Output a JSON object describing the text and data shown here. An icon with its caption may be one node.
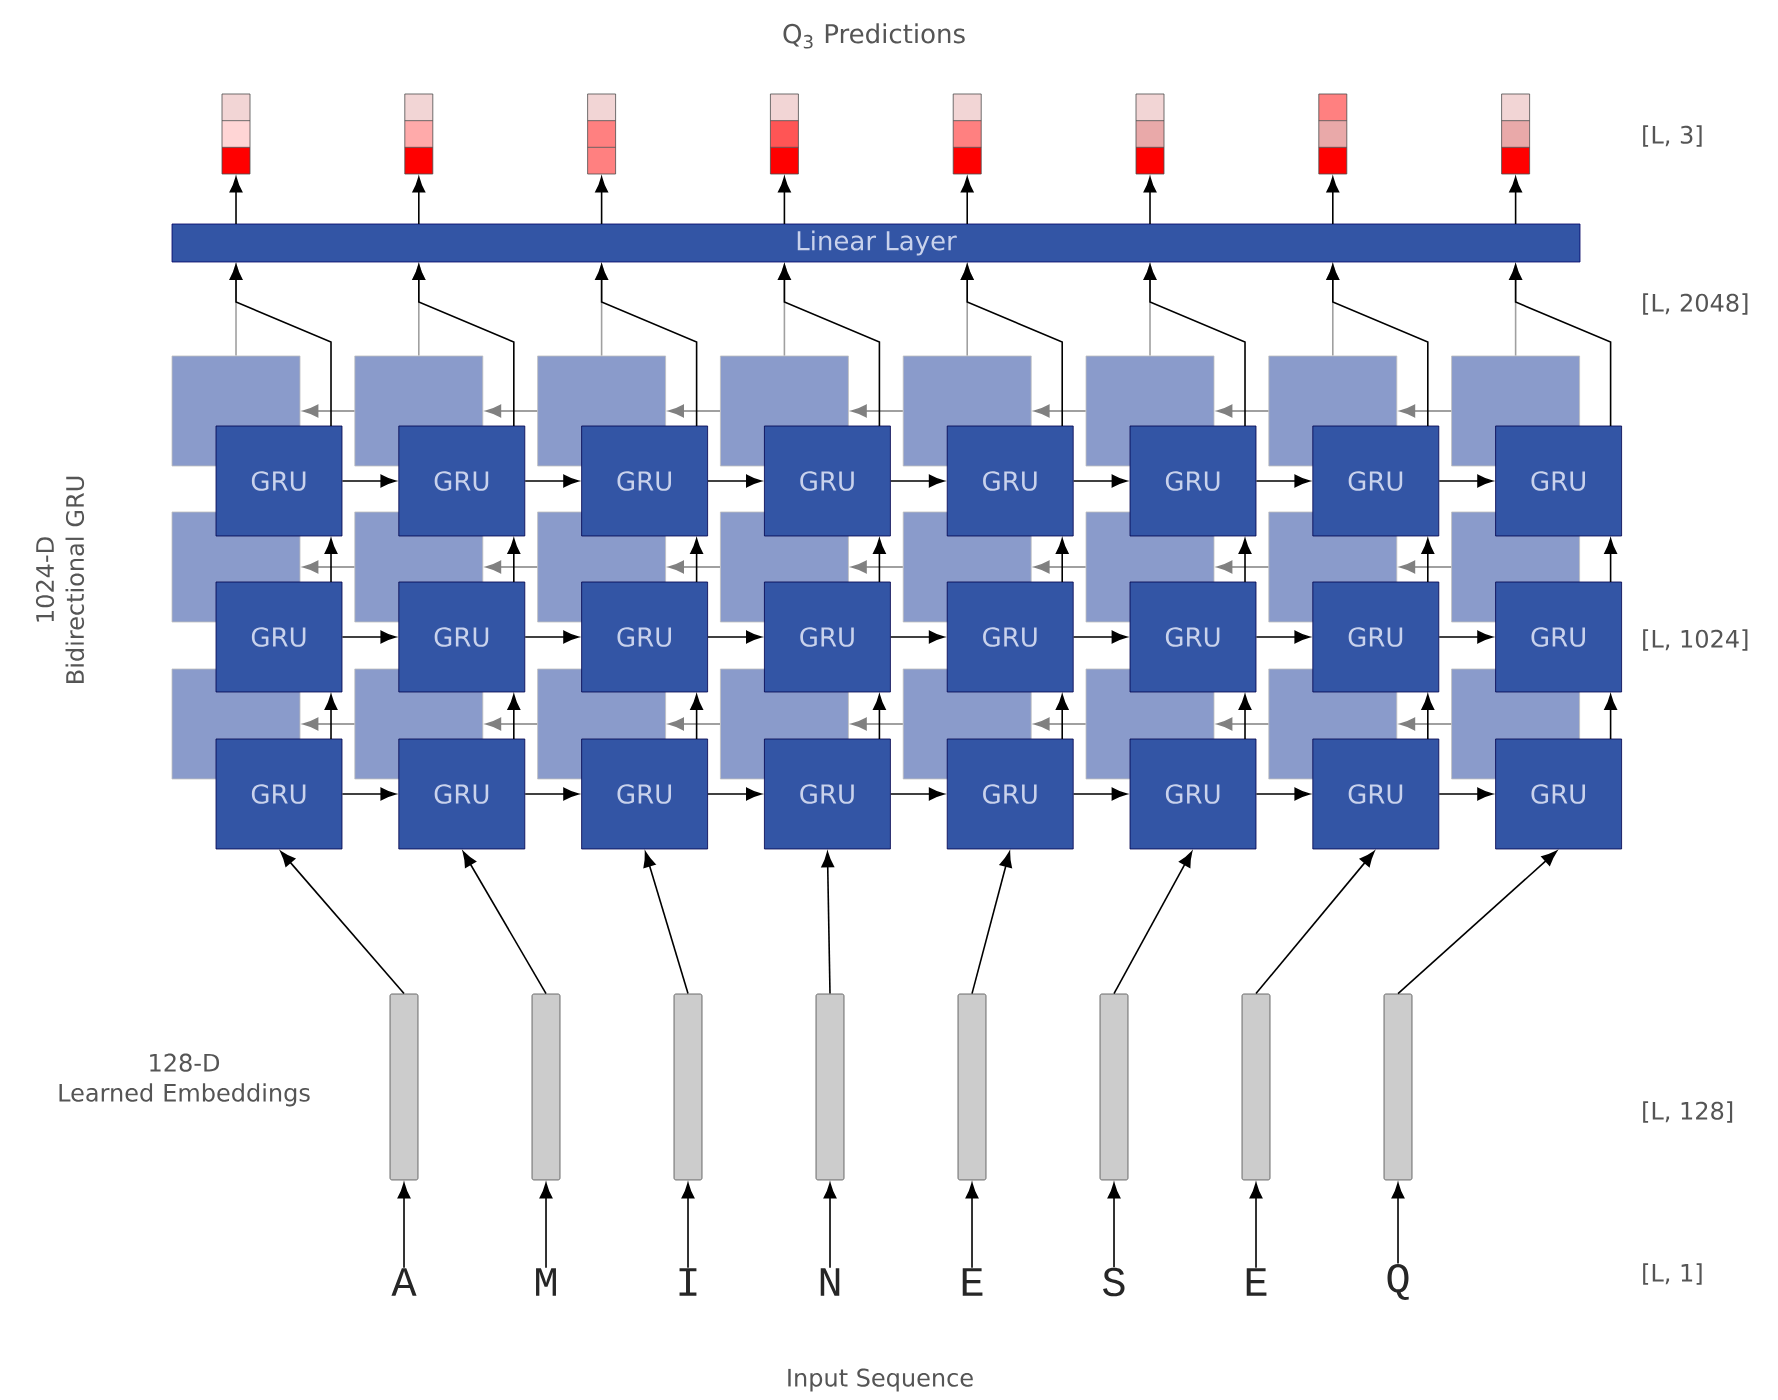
{
  "diagram": {
    "title": "Q$_{3}$ Predictions",
    "nodes": [
      {
        "text": [],
        "shape": "box"
      },
      {
        "text": [],
        "shape": "box"
      },
      {
        "text": [],
        "shape": "box"
      },
      {
        "text": [],
        "shape": "box"
      },
      {
        "text": [],
        "shape": "box"
      },
      {
        "text": [],
        "shape": "box"
      },
      {
        "text": [],
        "shape": "box"
      },
      {
        "text": [],
        "shape": "box"
      },
      {
        "text": [
          "Linear Layer"
        ]
      },
      {
        "text": [],
        "shape": "box"
      },
      {
        "text": [
          "GRU"
        ]
      },
      {
        "text": [],
        "shape": "box"
      },
      {
        "text": [
          "GRU"
        ]
      },
      {
        "text": [],
        "shape": "box"
      },
      {
        "text": [
          "GRU"
        ]
      },
      {
        "text": [],
        "shape": "box"
      },
      {
        "text": [
          "GRU"
        ]
      },
      {
        "text": [],
        "shape": "box"
      },
      {
        "text": [
          "GRU"
        ]
      },
      {
        "text": [],
        "shape": "box"
      },
      {
        "text": [
          "GRU"
        ]
      },
      {
        "text": [],
        "shape": "box"
      },
      {
        "text": [
          "GRU"
        ]
      },
      {
        "text": [],
        "shape": "box"
      },
      {
        "text": [
          "GRU"
        ]
      },
      {
        "text": [],
        "shape": "box"
      },
      {
        "text": [
          "GRU"
        ]
      },
      {
        "text": [],
        "shape": "box"
      },
      {
        "text": [
          "GRU"
        ]
      },
      {
        "text": [],
        "shape": "box"
      },
      {
        "text": [
          "GRU"
        ]
      },
      {
        "text": [],
        "shape": "box"
      },
      {
        "text": [
          "GRU"
        ]
      },
      {
        "text": [],
        "shape": "box"
      },
      {
        "text": [
          "GRU"
        ]
      },
      {
        "text": [],
        "shape": "box"
      },
      {
        "text": [
          "GRU"
        ]
      },
      {
        "text": [],
        "shape": "box"
      },
      {
        "text": [
          "GRU"
        ]
      },
      {
        "text": [],
        "shape": "box"
      },
      {
        "text": [
          "GRU"
        ]
      },
      {
        "text": [],
        "shape": "box"
      },
      {
        "text": [
          "GRU"
        ]
      },
      {
        "text": [],
        "shape": "box"
      },
      {
        "text": [
          "GRU"
        ]
      },
      {
        "text": [],
        "shape": "box"
      },
      {
        "text": [
          "GRU"
        ]
      },
      {
        "text": [],
        "shape": "box"
      },
      {
        "text": [
          "GRU"
        ]
      },
      {
        "text": [],
        "shape": "box"
      },
      {
        "text": [
          "GRU"
        ]
      },
      {
        "text": [],
        "shape": "box"
      },
      {
        "text": [
          "GRU"
        ]
      },
      {
        "text": [],
        "shape": "box"
      },
      {
        "text": [
          "GRU"
        ]
      },
      {
        "text": [],
        "shape": "box"
      },
      {
        "text": [
          "GRU"
        ]
      },
      {
        "text": [],
        "shape": "bar"
      },
      {
        "text": [],
        "shape": "bar"
      },
      {
        "text": [],
        "shape": "bar"
      },
      {
        "text": [],
        "shape": "bar"
      },
      {
        "text": [],
        "shape": "bar"
      },
      {
        "text": [],
        "shape": "bar"
      },
      {
        "text": [],
        "shape": "bar"
      },
      {
        "text": [],
        "shape": "bar"
      },
      {
        "text": [
          "A"
        ]
      },
      {
        "text": [
          "M"
        ]
      },
      {
        "text": [
          "I"
        ]
      },
      {
        "text": [
          "N"
        ]
      },
      {
        "text": [
          "E"
        ]
      },
      {
        "text": [
          "S"
        ]
      },
      {
        "text": [
          "E"
        ]
      },
      {
        "text": [
          "Q"
        ]
      }
    ],
    "edges": [
      {
        "from": 65,
        "to": 57,
        "arrow": "to"
      },
      {
        "from": 66,
        "to": 58,
        "arrow": "to"
      },
      {
        "from": 67,
        "to": 59,
        "arrow": "to"
      },
      {
        "from": 68,
        "to": 60,
        "arrow": "to"
      },
      {
        "from": 69,
        "to": 61,
        "arrow": "to"
      },
      {
        "from": 70,
        "to": 62,
        "arrow": "to"
      },
      {
        "from": 71,
        "to": 63,
        "arrow": "to"
      },
      {
        "from": 72,
        "to": 64,
        "arrow": "to"
      },
      {
        "from": 57,
        "to": 42,
        "arrow": "to"
      },
      {
        "from": 58,
        "to": 44,
        "arrow": "to"
      },
      {
        "from": 59,
        "to": 46,
        "arrow": "to"
      },
      {
        "from": 60,
        "to": 48,
        "arrow": "to"
      },
      {
        "from": 61,
        "to": 50,
        "arrow": "to"
      },
      {
        "from": 62,
        "to": 52,
        "arrow": "to"
      },
      {
        "from": 63,
        "to": 54,
        "arrow": "to"
      },
      {
        "from": 64,
        "to": 56,
        "arrow": "to"
      },
      {
        "from": 42,
        "to": 44,
        "arrow": "to"
      },
      {
        "from": 44,
        "to": 46,
        "arrow": "to"
      },
      {
        "from": 46,
        "to": 48,
        "arrow": "to"
      },
      {
        "from": 48,
        "to": 50,
        "arrow": "to"
      },
      {
        "from": 50,
        "to": 52,
        "arrow": "to"
      },
      {
        "from": 52,
        "to": 54,
        "arrow": "to"
      },
      {
        "from": 54,
        "to": 56,
        "arrow": "to"
      },
      {
        "from": 26,
        "to": 28,
        "arrow": "to"
      },
      {
        "from": 28,
        "to": 30,
        "arrow": "to"
      },
      {
        "from": 30,
        "to": 32,
        "arrow": "to"
      },
      {
        "from": 32,
        "to": 34,
        "arrow": "to"
      },
      {
        "from": 34,
        "to": 36,
        "arrow": "to"
      },
      {
        "from": 36,
        "to": 38,
        "arrow": "to"
      },
      {
        "from": 38,
        "to": 40,
        "arrow": "to"
      },
      {
        "from": 10,
        "to": 12,
        "arrow": "to"
      },
      {
        "from": 12,
        "to": 14,
        "arrow": "to"
      },
      {
        "from": 14,
        "to": 16,
        "arrow": "to"
      },
      {
        "from": 16,
        "to": 18,
        "arrow": "to"
      },
      {
        "from": 18,
        "to": 20,
        "arrow": "to"
      },
      {
        "from": 20,
        "to": 22,
        "arrow": "to"
      },
      {
        "from": 22,
        "to": 24,
        "arrow": "to"
      },
      {
        "from": 43,
        "to": 41,
        "arrow": "to",
        "color": "#808080"
      },
      {
        "from": 45,
        "to": 43,
        "arrow": "to",
        "color": "#808080"
      },
      {
        "from": 47,
        "to": 45,
        "arrow": "to",
        "color": "#808080"
      },
      {
        "from": 49,
        "to": 47,
        "arrow": "to",
        "color": "#808080"
      },
      {
        "from": 51,
        "to": 49,
        "arrow": "to",
        "color": "#808080"
      },
      {
        "from": 53,
        "to": 51,
        "arrow": "to",
        "color": "#808080"
      },
      {
        "from": 55,
        "to": 53,
        "arrow": "to",
        "color": "#808080"
      },
      {
        "from": 27,
        "to": 25,
        "arrow": "to",
        "color": "#808080"
      },
      {
        "from": 29,
        "to": 27,
        "arrow": "to",
        "color": "#808080"
      },
      {
        "from": 31,
        "to": 29,
        "arrow": "to",
        "color": "#808080"
      },
      {
        "from": 33,
        "to": 31,
        "arrow": "to",
        "color": "#808080"
      },
      {
        "from": 35,
        "to": 33,
        "arrow": "to",
        "color": "#808080"
      },
      {
        "from": 37,
        "to": 35,
        "arrow": "to",
        "color": "#808080"
      },
      {
        "from": 39,
        "to": 37,
        "arrow": "to",
        "color": "#808080"
      },
      {
        "from": 11,
        "to": 9,
        "arrow": "to",
        "color": "#808080"
      },
      {
        "from": 13,
        "to": 11,
        "arrow": "to",
        "color": "#808080"
      },
      {
        "from": 15,
        "to": 13,
        "arrow": "to",
        "color": "#808080"
      },
      {
        "from": 17,
        "to": 15,
        "arrow": "to",
        "color": "#808080"
      },
      {
        "from": 19,
        "to": 17,
        "arrow": "to",
        "color": "#808080"
      },
      {
        "from": 21,
        "to": 19,
        "arrow": "to",
        "color": "#808080"
      },
      {
        "from": 23,
        "to": 21,
        "arrow": "to",
        "color": "#808080"
      },
      {
        "from": 42,
        "to": 26,
        "arrow": "to"
      },
      {
        "from": 44,
        "to": 28,
        "arrow": "to"
      },
      {
        "from": 46,
        "to": 30,
        "arrow": "to"
      },
      {
        "from": 48,
        "to": 32,
        "arrow": "to"
      },
      {
        "from": 50,
        "to": 34,
        "arrow": "to"
      },
      {
        "from": 52,
        "to": 36,
        "arrow": "to"
      },
      {
        "from": 54,
        "to": 38,
        "arrow": "to"
      },
      {
        "from": 56,
        "to": 40,
        "arrow": "to"
      },
      {
        "from": 26,
        "to": 10,
        "arrow": "to"
      },
      {
        "from": 28,
        "to": 12,
        "arrow": "to"
      },
      {
        "from": 30,
        "to": 14,
        "arrow": "to"
      },
      {
        "from": 32,
        "to": 16,
        "arrow": "to"
      },
      {
        "from": 34,
        "to": 18,
        "arrow": "to"
      },
      {
        "from": 36,
        "to": 20,
        "arrow": "to"
      },
      {
        "from": 38,
        "to": 22,
        "arrow": "to"
      },
      {
        "from": 40,
        "to": 24,
        "arrow": "to"
      },
      {
        "from": 9,
        "to": 8,
        "arrow": "to",
        "color": "#a0a0a0"
      },
      {
        "from": 11,
        "to": 8,
        "arrow": "to",
        "color": "#a0a0a0"
      },
      {
        "from": 13,
        "to": 8,
        "arrow": "to",
        "color": "#a0a0a0"
      },
      {
        "from": 15,
        "to": 8,
        "arrow": "to",
        "color": "#a0a0a0"
      },
      {
        "from": 17,
        "to": 8,
        "arrow": "to",
        "color": "#a0a0a0"
      },
      {
        "from": 19,
        "to": 8,
        "arrow": "to",
        "color": "#a0a0a0"
      },
      {
        "from": 21,
        "to": 8,
        "arrow": "to",
        "color": "#a0a0a0"
      },
      {
        "from": 23,
        "to": 8,
        "arrow": "to",
        "color": "#a0a0a0"
      },
      {
        "from": 10,
        "to": 8,
        "arrow": "to"
      },
      {
        "from": 12,
        "to": 8,
        "arrow": "to"
      },
      {
        "from": 14,
        "to": 8,
        "arrow": "to"
      },
      {
        "from": 16,
        "to": 8,
        "arrow": "to"
      },
      {
        "from": 18,
        "to": 8,
        "arrow": "to"
      },
      {
        "from": 20,
        "to": 8,
        "arrow": "to"
      },
      {
        "from": 22,
        "to": 8,
        "arrow": "to"
      },
      {
        "from": 24,
        "to": 8,
        "arrow": "to"
      },
      {
        "from": 8,
        "to": 0,
        "arrow": "to"
      },
      {
        "from": 8,
        "to": 1,
        "arrow": "to"
      },
      {
        "from": 8,
        "to": 2,
        "arrow": "to"
      },
      {
        "from": 8,
        "to": 3,
        "arrow": "to"
      },
      {
        "from": 8,
        "to": 4,
        "arrow": "to"
      },
      {
        "from": 8,
        "to": 5,
        "arrow": "to"
      },
      {
        "from": 8,
        "to": 6,
        "arrow": "to"
      },
      {
        "from": 8,
        "to": 7,
        "arrow": "to"
      }
    ],
    "labels": [
      "[L, 3]",
      "[L, 2048]",
      "1024-D Bidirectional GRU",
      "[L, 1024]",
      "128-D Learned Embeddings",
      "[L, 128]",
      "[L, 1]",
      "Input Sequence"
    ]
  }
}
